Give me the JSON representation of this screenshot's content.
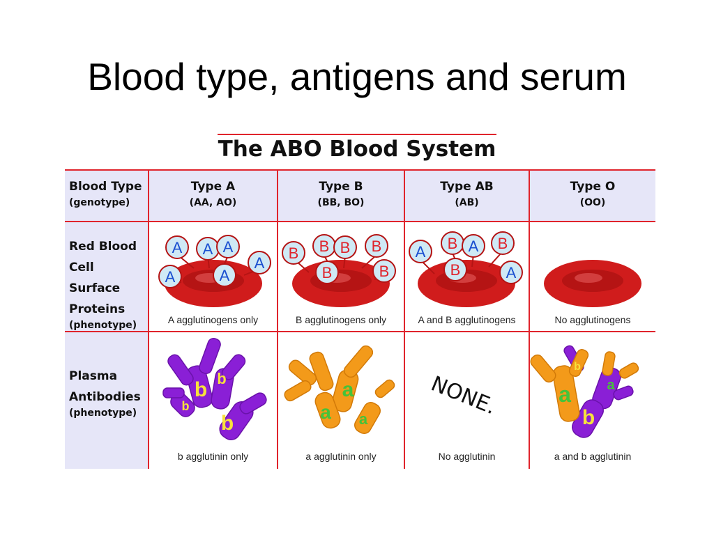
{
  "slide_title": "Blood type, antigens and serum",
  "chart_title": "The ABO Blood System",
  "row_headers": {
    "blood_type": {
      "label": "Blood Type",
      "sub": "(genotype)"
    },
    "rbc": {
      "lines": [
        "Red Blood",
        "Cell Surface",
        "Proteins"
      ],
      "sub": "(phenotype)"
    },
    "plasma": {
      "lines": [
        "Plasma",
        "Antibodies"
      ],
      "sub": "(phenotype)"
    }
  },
  "columns": [
    {
      "type": "Type A",
      "genotype": "(AA, AO)",
      "rbc_label": "A agglutinogens only",
      "antibody_label": "b agglutinin only"
    },
    {
      "type": "Type B",
      "genotype": "(BB, BO)",
      "rbc_label": "B agglutinogens only",
      "antibody_label": "a agglutinin only"
    },
    {
      "type": "Type AB",
      "genotype": "(AB)",
      "rbc_label": "A and B agglutinogens",
      "antibody_label": "No agglutinin"
    },
    {
      "type": "Type O",
      "genotype": "(OO)",
      "rbc_label": "No agglutinogens",
      "antibody_label": "a and b agglutinin"
    }
  ],
  "antigen_letters": {
    "a": "A",
    "b": "B"
  },
  "antibody_letters": {
    "a": "a",
    "b": "b"
  },
  "none_text": "NONE.",
  "colors": {
    "grid": "#e0242c",
    "header_bg": "#e6e6f8",
    "cell": "#d01c1c",
    "antigen_fill": "#cfe9f5",
    "antigen_a_text": "#1a4fd0",
    "antigen_b_text": "#e0242c",
    "antibody_b": "#8a1fd6",
    "antibody_a": "#f39a1a",
    "antibody_b_letter": "#f7e23c",
    "antibody_a_letter": "#46c23a"
  }
}
